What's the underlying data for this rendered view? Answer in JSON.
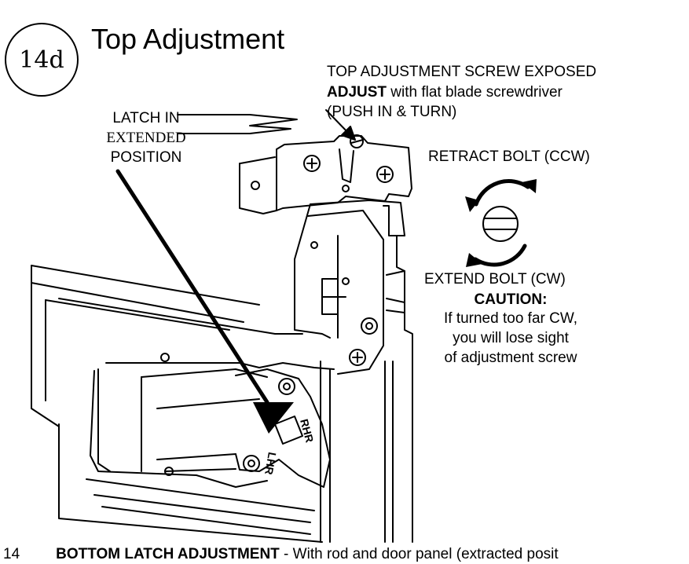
{
  "step": {
    "number": "14d",
    "title": "Top Adjustment"
  },
  "labels": {
    "screw_exposed": "TOP ADJUSTMENT SCREW EXPOSED",
    "adjust_bold": "ADJUST",
    "adjust_rest": " with flat blade screwdriver",
    "push_turn": "(PUSH IN & TURN)",
    "latch_line1": "LATCH IN",
    "latch_line2": "EXTENDED",
    "latch_line3": "POSITION",
    "retract": "RETRACT BOLT  (CCW)",
    "extend": "EXTEND BOLT (CW)",
    "caution": "CAUTION:",
    "caution_line1": "If turned too far CW,",
    "caution_line2": "you will lose sight",
    "caution_line3": "of adjustment screw",
    "lhr_upper": "RHR",
    "lhr_lower": "LHR",
    "footer_number": "14",
    "footer_bold": "BOTTOM LATCH ADJUSTMENT",
    "footer_rest": " - With rod and door panel (extracted posit"
  }
}
